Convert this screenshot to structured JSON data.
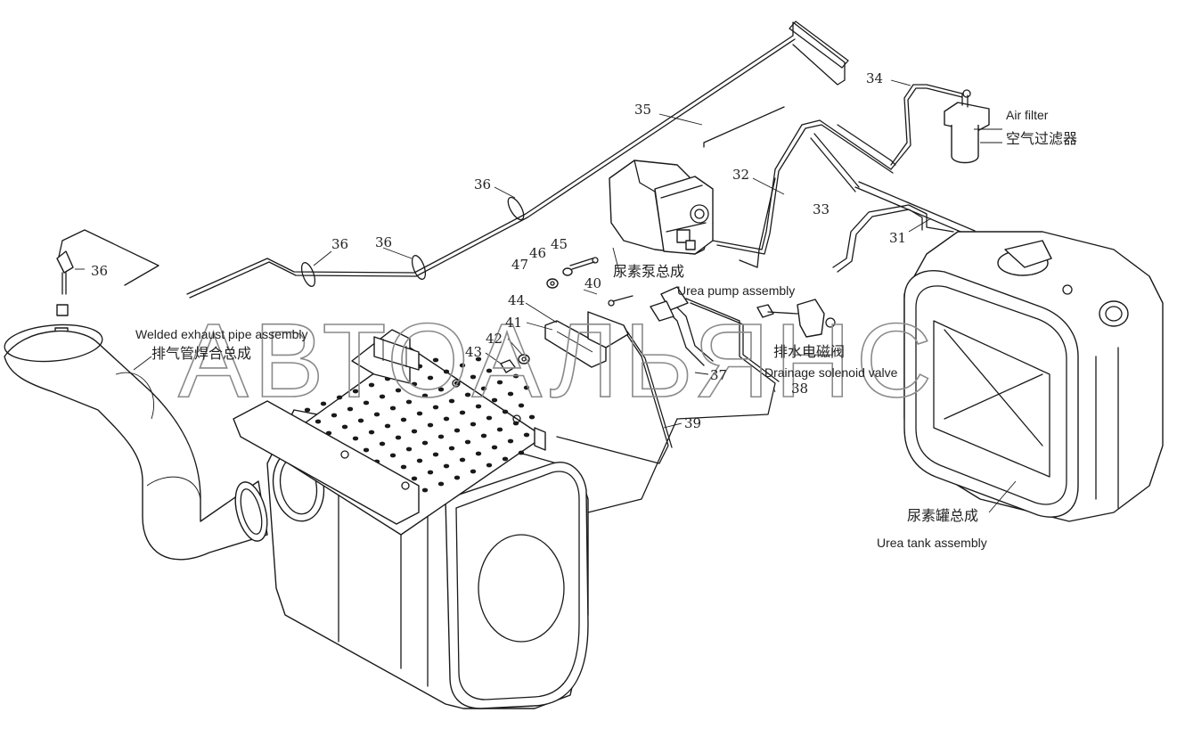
{
  "watermark": "АВТОАЛЬЯНС",
  "labels": {
    "air_filter_en": "Air filter",
    "air_filter_cn": "空气过滤器",
    "urea_pump_cn": "尿素泵总成",
    "urea_pump_en": "Urea pump assembly",
    "exhaust_en": "Welded exhaust pipe assembly",
    "exhaust_cn": "排气管焊合总成",
    "drain_cn": "排水电磁阀",
    "drain_en": "Drainage solenoid valve",
    "tank_cn": "尿素罐总成",
    "tank_en": "Urea tank assembly"
  },
  "callouts": {
    "c31": "31",
    "c32": "32",
    "c33": "33",
    "c34": "34",
    "c35": "35",
    "c36a": "36",
    "c36b": "36",
    "c36c": "36",
    "c36d": "36",
    "c37": "37",
    "c38": "38",
    "c39": "39",
    "c40": "40",
    "c41": "41",
    "c42": "42",
    "c43": "43",
    "c44": "44",
    "c45": "45",
    "c46": "46",
    "c47": "47"
  }
}
